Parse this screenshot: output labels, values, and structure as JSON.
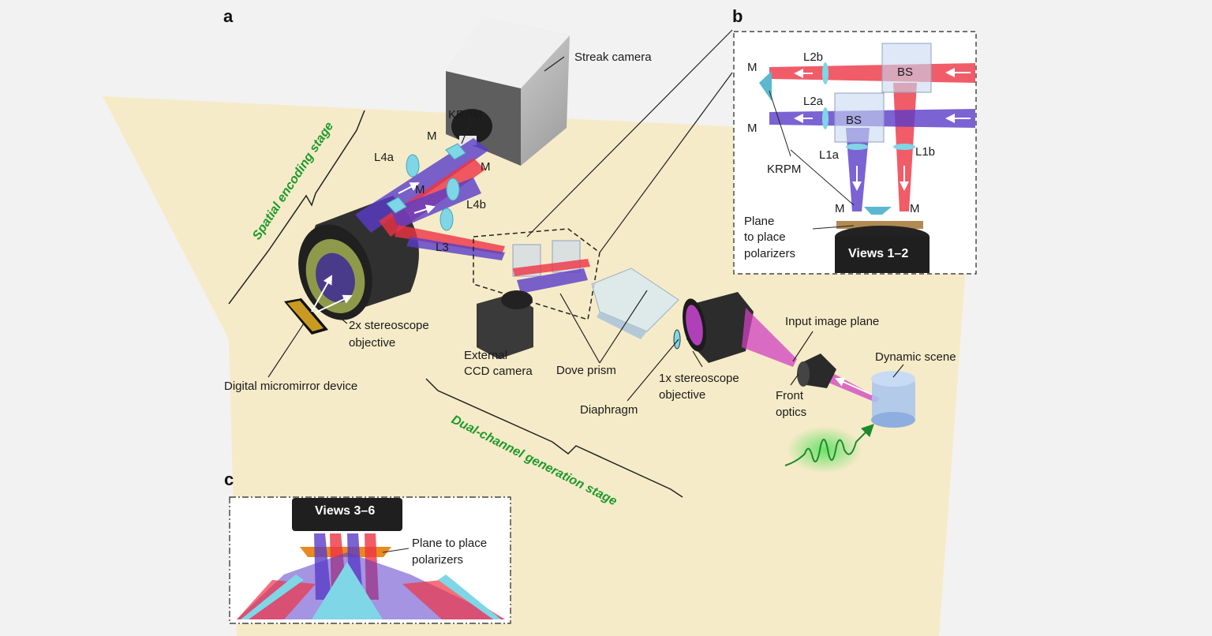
{
  "panels": {
    "a": "a",
    "b": "b",
    "c": "c"
  },
  "labels": {
    "streak_camera": "Streak camera",
    "krpm_a": "KRPM",
    "m_a1": "M",
    "m_a2": "M",
    "m_a3": "M",
    "l4a": "L4a",
    "l4b": "L4b",
    "l3": "L3",
    "stereo_2x_1": "2x stereoscope",
    "stereo_2x_2": "objective",
    "dmd": "Digital micromirror device",
    "ext_ccd_1": "External",
    "ext_ccd_2": "CCD camera",
    "dove_prism": "Dove prism",
    "diaphragm": "Diaphragm",
    "stereo_1x_1": "1x stereoscope",
    "stereo_1x_2": "objective",
    "input_image_plane": "Input image plane",
    "dynamic_scene": "Dynamic scene",
    "front_optics_1": "Front",
    "front_optics_2": "optics"
  },
  "stages": {
    "spatial": "Spatial encoding stage",
    "dual": "Dual-channel generation stage"
  },
  "panel_b": {
    "m_top": "M",
    "m_mid": "M",
    "l2b": "L2b",
    "l2a": "L2a",
    "bs_top": "BS",
    "bs_mid": "BS",
    "l1a": "L1a",
    "l1b": "L1b",
    "krpm": "KRPM",
    "m_left": "M",
    "m_right": "M",
    "plane_1": "Plane",
    "plane_2": "to place",
    "plane_3": "polarizers",
    "views": "Views 1–2"
  },
  "panel_c": {
    "views": "Views 3–6",
    "plane_1": "Plane to place",
    "plane_2": "polarizers"
  },
  "colors": {
    "table": "#f6ebc8",
    "red_beam": "#ee3344",
    "blue_beam": "#5a3cc8",
    "magenta_beam": "#d040c0",
    "stage_text": "#1d9a2c",
    "cyan_optic": "#7fd6e6"
  }
}
